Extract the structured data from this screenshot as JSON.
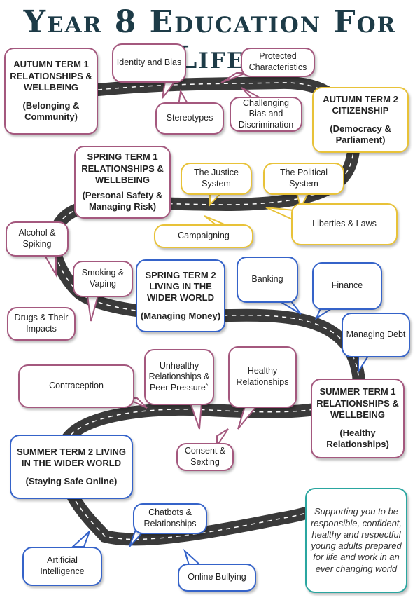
{
  "title": "Year 8 Education For Life",
  "colors": {
    "road": "#3a3a3a",
    "road_line": "#ffffff",
    "rse": "#a4587e",
    "citizenship": "#e8c238",
    "wider_world": "#3563c9",
    "mission": "#2aa6a0"
  },
  "terms": {
    "autumn1": {
      "name": "AUTUMN TERM 1 RELATIONSHIPS & WELLBEING",
      "focus": "(Belonging & Community)"
    },
    "autumn2": {
      "name": "AUTUMN TERM 2 CITIZENSHIP",
      "focus": "(Democracy & Parliament)"
    },
    "spring1": {
      "name": "SPRING TERM 1 RELATIONSHIPS & WELLBEING",
      "focus": "(Personal Safety & Managing Risk)"
    },
    "spring2": {
      "name": "SPRING TERM 2 LIVING IN THE WIDER WORLD",
      "focus": "(Managing Money)"
    },
    "summer1": {
      "name": "SUMMER TERM 1 RELATIONSHIPS & WELLBEING",
      "focus": "(Healthy Relationships)"
    },
    "summer2": {
      "name": "SUMMER TERM 2  LIVING IN THE WIDER WORLD",
      "focus": "(Staying Safe Online)"
    }
  },
  "topics": {
    "identity_bias": "Identity and Bias",
    "protected": "Protected Characteristics",
    "stereotypes": "Stereotypes",
    "challenging": "Challenging Bias and Discrimination",
    "justice": "The Justice System",
    "political": "The Political System",
    "campaigning": "Campaigning",
    "liberties": "Liberties & Laws",
    "alcohol": "Alcohol & Spiking",
    "smoking": "Smoking & Vaping",
    "drugs": "Drugs & Their Impacts",
    "banking": "Banking",
    "finance": "Finance",
    "debt": "Managing Debt",
    "contraception": "Contraception",
    "unhealthy": "Unhealthy Relationships & Peer Pressure`",
    "healthy": "Healthy Relationships",
    "consent": "Consent & Sexting",
    "chatbots": "Chatbots & Relationships",
    "ai": "Artificial Intelligence",
    "bullying": "Online Bullying"
  },
  "mission": "Supporting you to be responsible, confident, healthy and respectful young adults prepared for life and work in an ever changing world"
}
